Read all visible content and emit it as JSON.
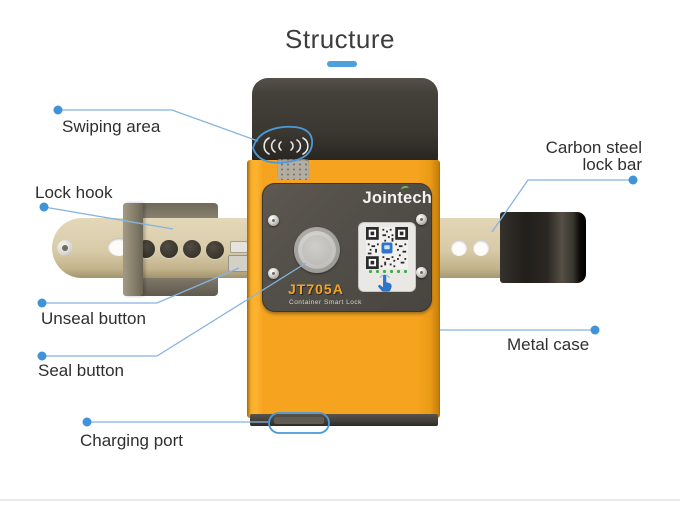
{
  "page": {
    "title": "Structure"
  },
  "device": {
    "brand": "Jointech",
    "model": "JT705A",
    "model_caption": "Container Smart Lock"
  },
  "callouts": {
    "swiping_area": {
      "text": "Swiping area"
    },
    "lock_hook": {
      "text": "Lock hook"
    },
    "unseal_button": {
      "text": "Unseal button"
    },
    "seal_button": {
      "text": "Seal button"
    },
    "charging_port": {
      "text": "Charging port"
    },
    "carbon_steel_lock_bar": {
      "line1": "Carbon steel",
      "line2": "lock bar"
    },
    "metal_case": {
      "text": "Metal case"
    }
  },
  "icons": {
    "swipe_waves": "rfid-wave-icon",
    "qr": "qr-code",
    "touch": "touch-hand-icon"
  },
  "colors": {
    "accent_blue": "#4a9ad9",
    "line_blue": "#85b4e0",
    "body_orange": "#f6a41f",
    "case_dark": "#3b3832",
    "panel_gray": "#524e48",
    "lock_bar_tan": "#d8cba8",
    "model_orange": "#f2a329",
    "logo_green": "#6fbf44",
    "title_underline": "#4da0dc"
  }
}
